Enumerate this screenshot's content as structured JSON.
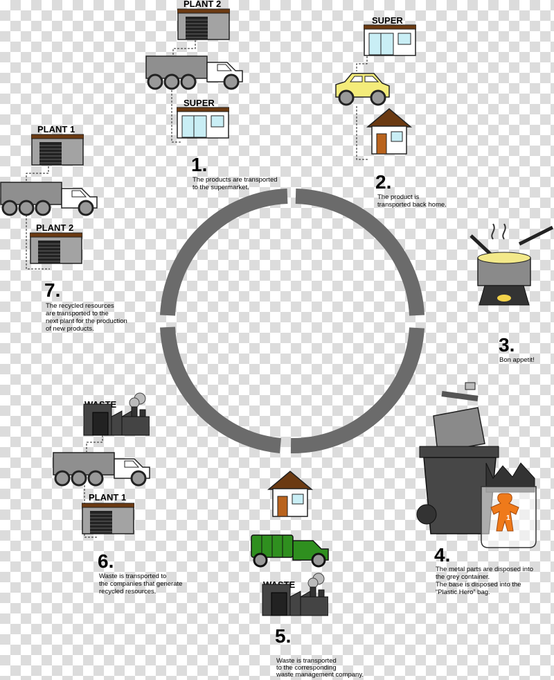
{
  "steps": [
    {
      "number": "1.",
      "lines": [
        "The products are transported",
        "to the supermarket."
      ],
      "signs": [
        "PLANT 2",
        "SUPER"
      ]
    },
    {
      "number": "2.",
      "lines": [
        "The product is",
        "transported back home."
      ],
      "signs": [
        "SUPER"
      ]
    },
    {
      "number": "3.",
      "lines": [
        "Bon appetit!"
      ]
    },
    {
      "number": "4.",
      "lines": [
        "The metal parts are disposed into",
        "the grey container.",
        "The base is disposed into the",
        "“Plastic Hero” bag."
      ],
      "bag_label": "1"
    },
    {
      "number": "5.",
      "lines": [
        "Waste is transported",
        "to the corresponding",
        "waste management company."
      ],
      "signs": [
        "WASTE"
      ]
    },
    {
      "number": "6.",
      "lines": [
        "Waste is transported to",
        "the companies that generate",
        "recycled resources."
      ],
      "signs": [
        "WASTE",
        "PLANT 1"
      ]
    },
    {
      "number": "7.",
      "lines": [
        "The recycled resources",
        "are transported to the",
        "next plant for the production",
        "of new products."
      ],
      "signs": [
        "PLANT 1",
        "PLANT 2"
      ]
    }
  ],
  "colors": {
    "cycle": "#6b6b6b",
    "roof": "#6b3a12",
    "building": "#a3a3a3",
    "truck_green": "#2f8f1f",
    "car": "#f4ec7a",
    "hero": "#ef7a1a"
  }
}
